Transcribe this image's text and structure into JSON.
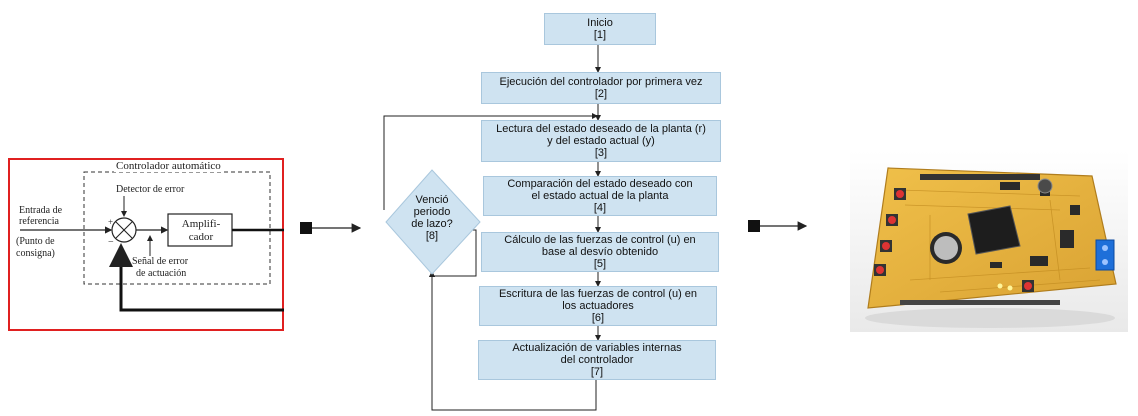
{
  "control_block": {
    "title": "Controlador automático",
    "detector": "Detector de error",
    "input_line1": "Entrada de",
    "input_line2": "referencia",
    "setpoint_line1": "(Punto de",
    "setpoint_line2": "consigna)",
    "amp_line1": "Amplifi-",
    "amp_line2": "cador",
    "error_line1": "Señal de error",
    "error_line2": "de actuación",
    "plus": "+",
    "minus": "−",
    "border_color": "#e02020"
  },
  "flowchart": {
    "box1": {
      "line1": "Inicio",
      "line2": "[1]"
    },
    "box2": {
      "line1": "Ejecución del controlador por primera vez",
      "line2": "[2]"
    },
    "box3": {
      "line1": "Lectura del estado deseado de la planta (r)",
      "line2": "y del estado actual (y)",
      "line3": "[3]"
    },
    "box4": {
      "line1": "Comparación del estado deseado con",
      "line2": "el estado actual de la planta",
      "line3": "[4]"
    },
    "box5": {
      "line1": "Cálculo de las fuerzas de control (u) en",
      "line2": "base al desvío obtenido",
      "line3": "[5]"
    },
    "box6": {
      "line1": "Escritura de las fuerzas de control (u) en",
      "line2": "los actuadores",
      "line3": "[6]"
    },
    "box7": {
      "line1": "Actualización de variables internas",
      "line2": "del controlador",
      "line3": "[7]"
    },
    "decision": {
      "line1": "Venció",
      "line2": "periodo",
      "line3": "de lazo?",
      "line4": "[8]"
    },
    "box_fill": "#cfe3f1"
  },
  "board": {
    "pcb_color": "#e6b43a"
  }
}
